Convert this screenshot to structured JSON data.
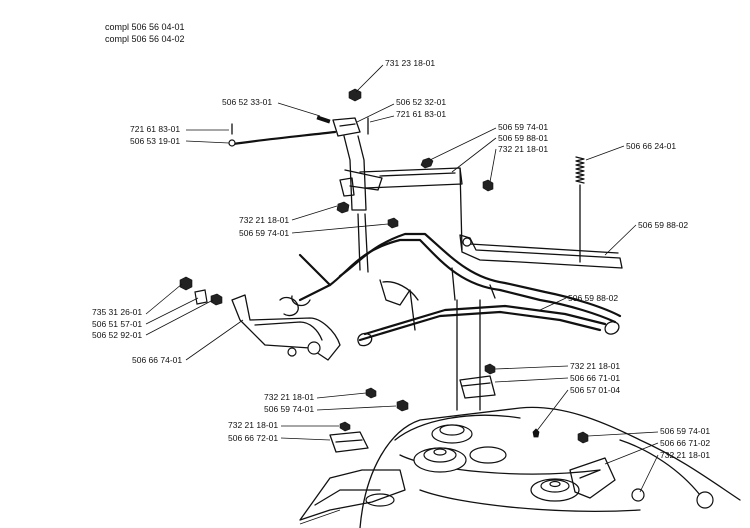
{
  "header": {
    "line1": "compl 506 56 04-01",
    "line2": "compl 506 56 04-02"
  },
  "labels": {
    "l_731231801": "731 23 18-01",
    "l_506523301": "506 52 33-01",
    "l_506523201": "506 52 32-01",
    "l_721618301_right": "721 61 83-01",
    "l_721618301_left": "721 61 83-01",
    "l_506531901": "506 53 19-01",
    "l_506597401_top": "506 59 74-01",
    "l_506598801_top": "506 59 88-01",
    "l_732211801_top": "732 21 18-01",
    "l_506662401": "506 66 24-01",
    "l_732211801_mid": "732 21 18-01",
    "l_506597401_mid": "506 59 74-01",
    "l_506598802": "506 59 88-02",
    "l_735312601": "735 31 26-01",
    "l_506515701": "506 51 57-01",
    "l_506529201": "506 52 92-01",
    "l_506598602": "506 59 88-02",
    "l_506667401": "506 66 74-01",
    "l_732211801_r2": "732 21 18-01",
    "l_506667101_r": "506 66 71-01",
    "l_506570104": "506 57 01-04",
    "l_732211801_l2": "732 21 18-01",
    "l_506597401_l2": "506 59 74-01",
    "l_732211801_l3": "732 21 18-01",
    "l_506667201": "506 66 72-01",
    "l_506597401_br": "506 59 74-01",
    "l_506667102": "506 66 71-02",
    "l_732211801_br": "732 21 18-01"
  }
}
